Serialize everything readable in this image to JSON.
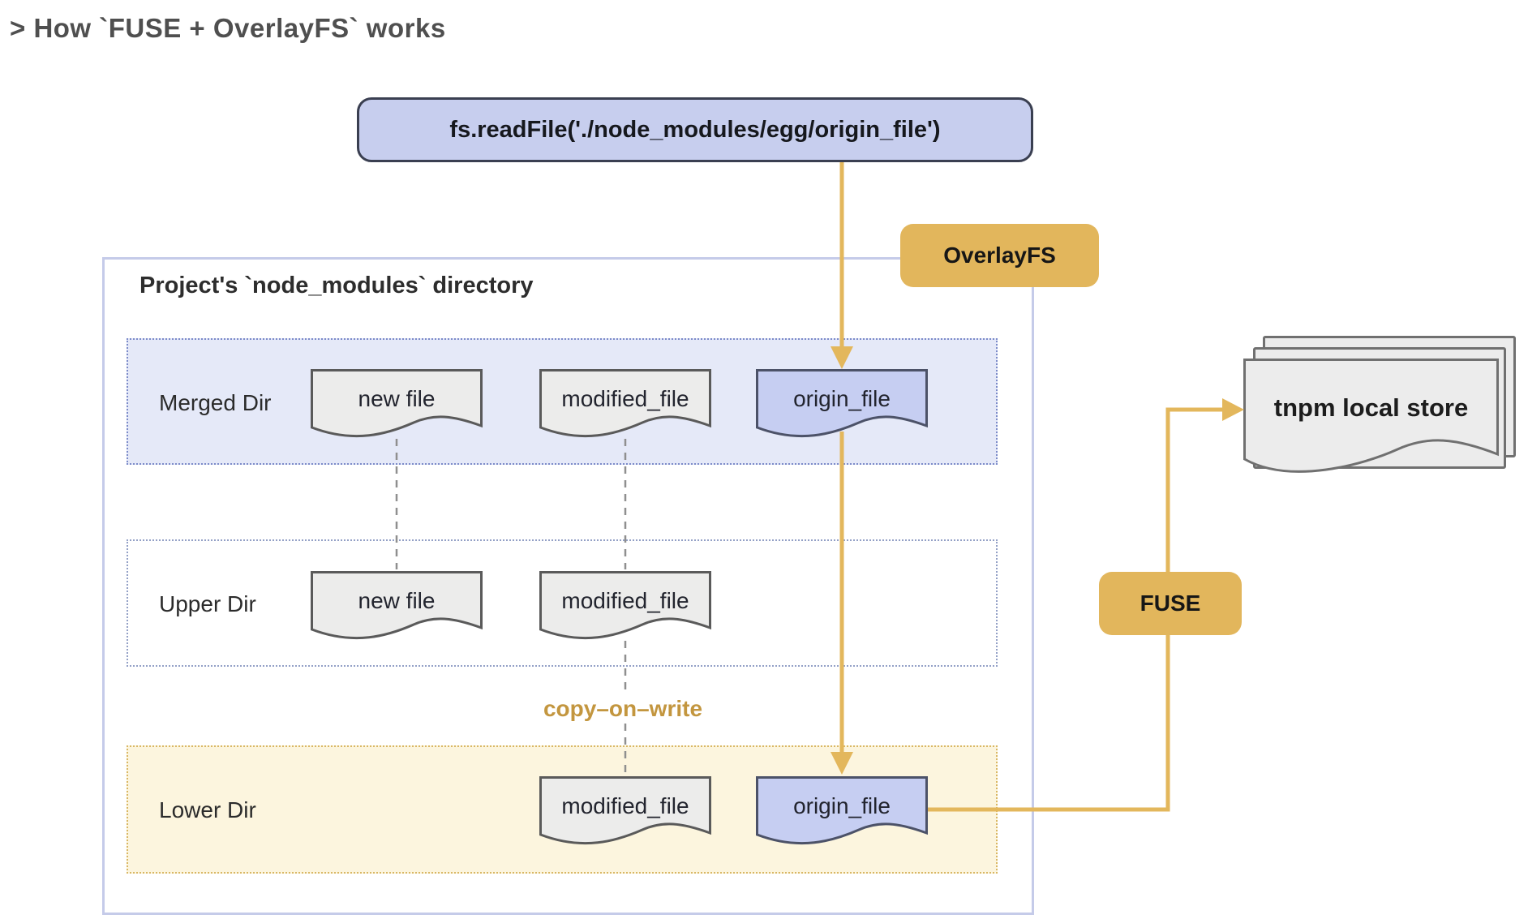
{
  "page": {
    "title": "> How `FUSE + OverlayFS` works"
  },
  "read_call": {
    "label": "fs.readFile('./node_modules/egg/origin_file')"
  },
  "overlay_badge": {
    "label": "OverlayFS"
  },
  "fuse_badge": {
    "label": "FUSE"
  },
  "container": {
    "title": "Project's `node_modules` directory"
  },
  "rows": {
    "merged": {
      "label": "Merged Dir",
      "files": [
        {
          "name": "new file"
        },
        {
          "name": "modified_file"
        },
        {
          "name": "origin_file"
        }
      ]
    },
    "upper": {
      "label": "Upper Dir",
      "files": [
        {
          "name": "new file"
        },
        {
          "name": "modified_file"
        }
      ]
    },
    "lower": {
      "label": "Lower Dir",
      "files": [
        {
          "name": "modified_file"
        },
        {
          "name": "origin_file"
        }
      ]
    }
  },
  "annotations": {
    "copy_on_write": "copy–on–write"
  },
  "store": {
    "label": "tnpm local store"
  },
  "colors": {
    "accent_gold": "#e3b75c",
    "copy_on_write_text": "#c3963f",
    "merged_row_bg": "#e5e9f8",
    "merged_row_border": "#7c8bc9",
    "upper_row_border": "#93a0c6",
    "lower_row_bg": "#fcf5de",
    "lower_row_border": "#d9b764",
    "container_border": "#c5cbe9",
    "file_blue": "#c6cef2",
    "file_gray": "#ececeb",
    "call_box_bg": "#c7ceee"
  }
}
